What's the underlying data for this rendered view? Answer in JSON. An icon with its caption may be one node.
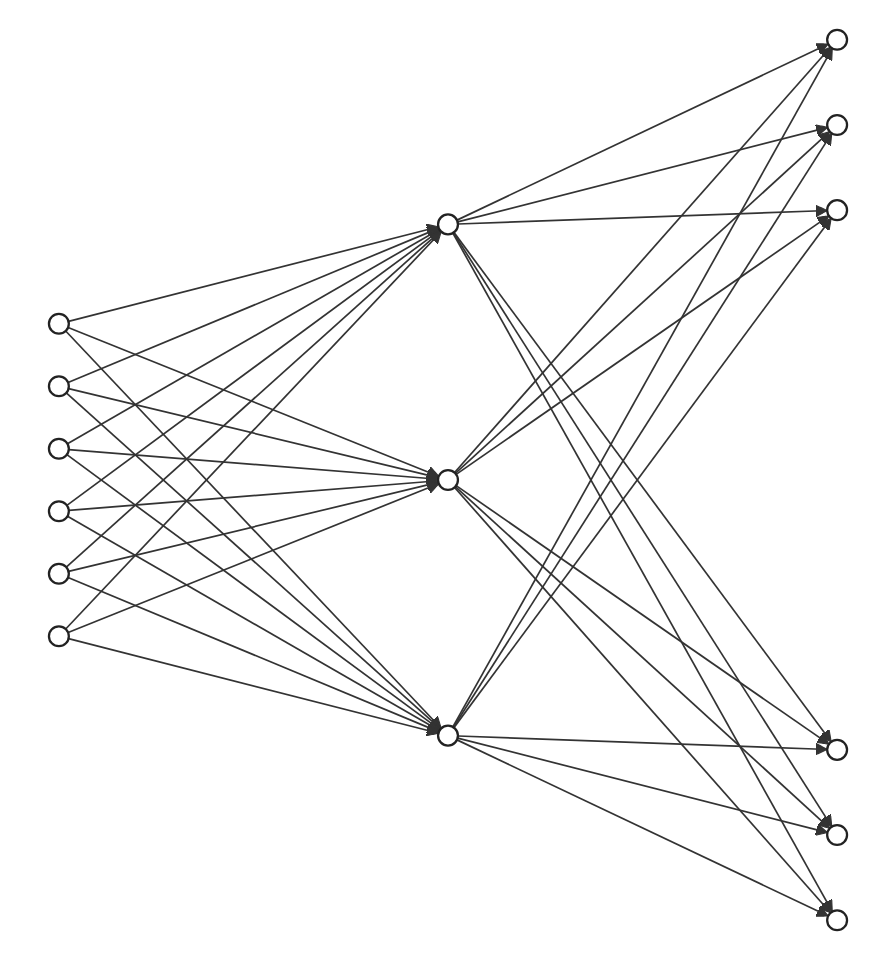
{
  "diagram": {
    "nodes": [
      {
        "text": [],
        "shape": "circle"
      },
      {
        "text": [],
        "shape": "circle"
      },
      {
        "text": [],
        "shape": "circle"
      },
      {
        "text": [],
        "shape": "circle"
      },
      {
        "text": [],
        "shape": "circle"
      },
      {
        "text": [],
        "shape": "circle"
      },
      {
        "text": [],
        "shape": "circle"
      },
      {
        "text": [],
        "shape": "circle"
      },
      {
        "text": [],
        "shape": "circle"
      },
      {
        "text": [],
        "shape": "circle"
      },
      {
        "text": [],
        "shape": "circle"
      },
      {
        "text": [],
        "shape": "circle"
      },
      {
        "text": [],
        "shape": "circle"
      },
      {
        "text": [],
        "shape": "circle"
      },
      {
        "text": [],
        "shape": "circle"
      }
    ],
    "edges": [
      {
        "from": 0,
        "to": 6,
        "arrow": "to"
      },
      {
        "from": 0,
        "to": 7,
        "arrow": "to"
      },
      {
        "from": 0,
        "to": 8,
        "arrow": "to"
      },
      {
        "from": 1,
        "to": 6,
        "arrow": "to"
      },
      {
        "from": 1,
        "to": 7,
        "arrow": "to"
      },
      {
        "from": 1,
        "to": 8,
        "arrow": "to"
      },
      {
        "from": 2,
        "to": 6,
        "arrow": "to"
      },
      {
        "from": 2,
        "to": 7,
        "arrow": "to"
      },
      {
        "from": 2,
        "to": 8,
        "arrow": "to"
      },
      {
        "from": 3,
        "to": 6,
        "arrow": "to"
      },
      {
        "from": 3,
        "to": 7,
        "arrow": "to"
      },
      {
        "from": 3,
        "to": 8,
        "arrow": "to"
      },
      {
        "from": 4,
        "to": 6,
        "arrow": "to"
      },
      {
        "from": 4,
        "to": 7,
        "arrow": "to"
      },
      {
        "from": 4,
        "to": 8,
        "arrow": "to"
      },
      {
        "from": 5,
        "to": 6,
        "arrow": "to"
      },
      {
        "from": 5,
        "to": 7,
        "arrow": "to"
      },
      {
        "from": 5,
        "to": 8,
        "arrow": "to"
      },
      {
        "from": 6,
        "to": 9,
        "arrow": "to"
      },
      {
        "from": 6,
        "to": 10,
        "arrow": "to"
      },
      {
        "from": 6,
        "to": 11,
        "arrow": "to"
      },
      {
        "from": 6,
        "to": 12,
        "arrow": "to"
      },
      {
        "from": 6,
        "to": 13,
        "arrow": "to"
      },
      {
        "from": 6,
        "to": 14,
        "arrow": "to"
      },
      {
        "from": 7,
        "to": 9,
        "arrow": "to"
      },
      {
        "from": 7,
        "to": 10,
        "arrow": "to"
      },
      {
        "from": 7,
        "to": 11,
        "arrow": "to"
      },
      {
        "from": 7,
        "to": 12,
        "arrow": "to"
      },
      {
        "from": 7,
        "to": 13,
        "arrow": "to"
      },
      {
        "from": 7,
        "to": 14,
        "arrow": "to"
      },
      {
        "from": 8,
        "to": 9,
        "arrow": "to"
      },
      {
        "from": 8,
        "to": 10,
        "arrow": "to"
      },
      {
        "from": 8,
        "to": 11,
        "arrow": "to"
      },
      {
        "from": 8,
        "to": 12,
        "arrow": "to"
      },
      {
        "from": 8,
        "to": 13,
        "arrow": "to"
      },
      {
        "from": 8,
        "to": 14,
        "arrow": "to"
      }
    ]
  }
}
